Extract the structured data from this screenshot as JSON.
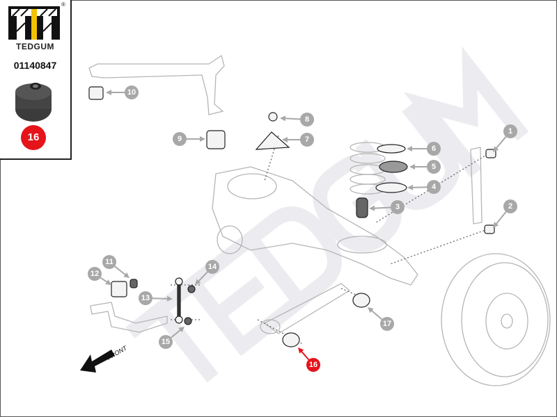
{
  "panel": {
    "brand": "TEDGUM",
    "registered_mark": "®",
    "part_number": "01140847",
    "highlight_number": "16"
  },
  "watermark": "TEDGUM",
  "front_label": "FRONT",
  "callouts": [
    "1",
    "2",
    "3",
    "4",
    "5",
    "6",
    "7",
    "8",
    "9",
    "10",
    "11",
    "12",
    "13",
    "14",
    "15",
    "16",
    "17"
  ],
  "colors": {
    "callout": "#a8a8a8",
    "highlight": "#e5141b",
    "logo_yellow": "#f2c200"
  }
}
